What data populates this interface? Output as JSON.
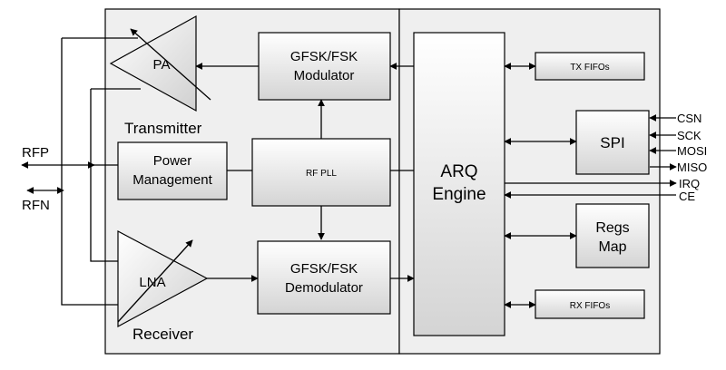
{
  "blocks": {
    "pa": "PA",
    "lna": "LNA",
    "gfsk_mod_line1": "GFSK/FSK",
    "gfsk_mod_line2": "Modulator",
    "gfsk_demod_line1": "GFSK/FSK",
    "gfsk_demod_line2": "Demodulator",
    "power_line1": "Power",
    "power_line2": "Management",
    "rf_pll": "RF PLL",
    "arq_line1": "ARQ",
    "arq_line2": "Engine",
    "tx_fifos": "TX FIFOs",
    "rx_fifos": "RX FIFOs",
    "spi": "SPI",
    "regs_line1": "Regs",
    "regs_line2": "Map"
  },
  "section_labels": {
    "transmitter": "Transmitter",
    "receiver": "Receiver"
  },
  "pins": {
    "rfp": "RFP",
    "rfn": "RFN",
    "csn": "CSN",
    "sck": "SCK",
    "mosi": "MOSI",
    "miso": "MISO",
    "irq": "IRQ",
    "ce": "CE"
  },
  "colors": {
    "box_gradient_light": "#ffffff",
    "box_gradient_dark": "#d4d4d4",
    "panel_fill": "#efefef",
    "stroke": "#000000"
  }
}
